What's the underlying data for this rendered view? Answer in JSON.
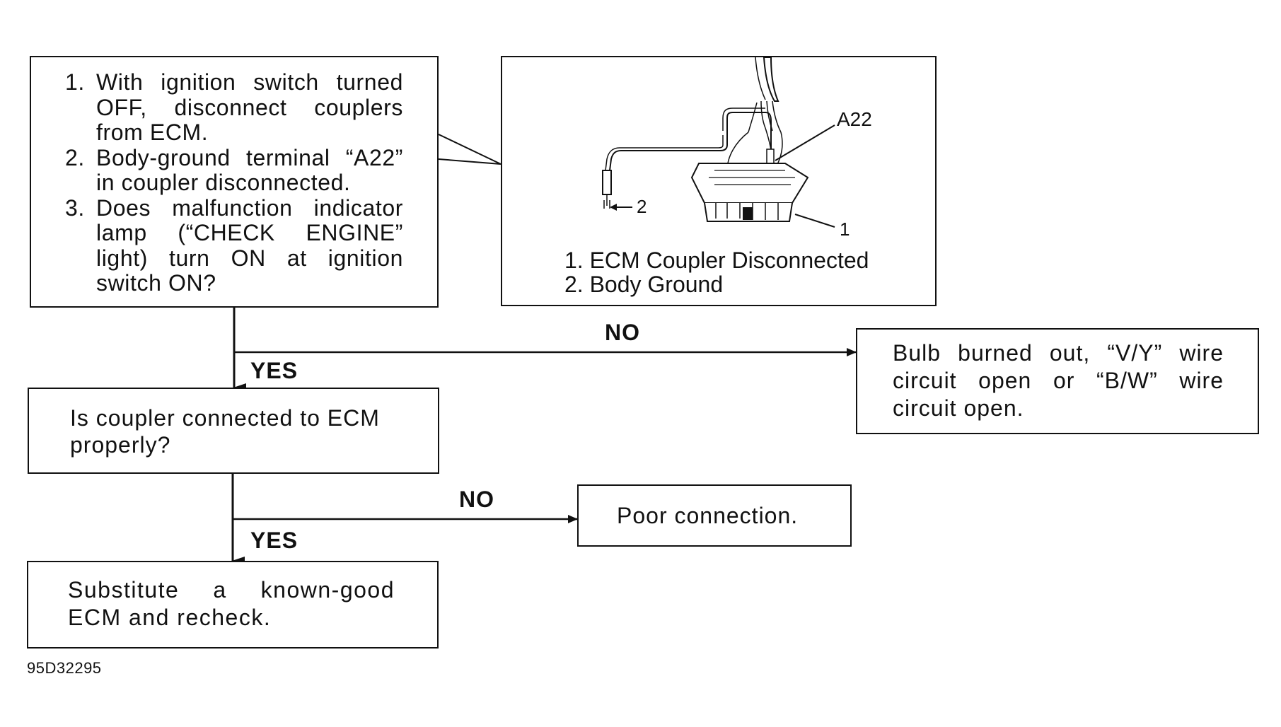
{
  "step_box": {
    "items": [
      {
        "num": "1.",
        "text": "With ignition switch turned OFF, disconnect couplers from ECM."
      },
      {
        "num": "2.",
        "text": "Body-ground terminal “A22” in coupler disconnected."
      },
      {
        "num": "3.",
        "text": "Does malfunction indicator lamp (“CHECK ENGINE” light) turn ON at ignition switch ON?"
      }
    ]
  },
  "illustration": {
    "terminal_label": "A22",
    "callout_1": "1",
    "callout_2": "2",
    "legend": [
      "1. ECM Coupler Disconnected",
      "2. Body Ground"
    ]
  },
  "branches": {
    "no_1": "NO",
    "yes_1": "YES",
    "no_2": "NO",
    "yes_2": "YES"
  },
  "result_bulb": "Bulb burned out, “V/Y” wire circuit open or “B/W” wire circuit open.",
  "question_coupler": "Is coupler connected to ECM properly?",
  "result_poor": "Poor connection.",
  "result_substitute": "Substitute a known-good ECM and recheck.",
  "figure_ref": "95D32295"
}
